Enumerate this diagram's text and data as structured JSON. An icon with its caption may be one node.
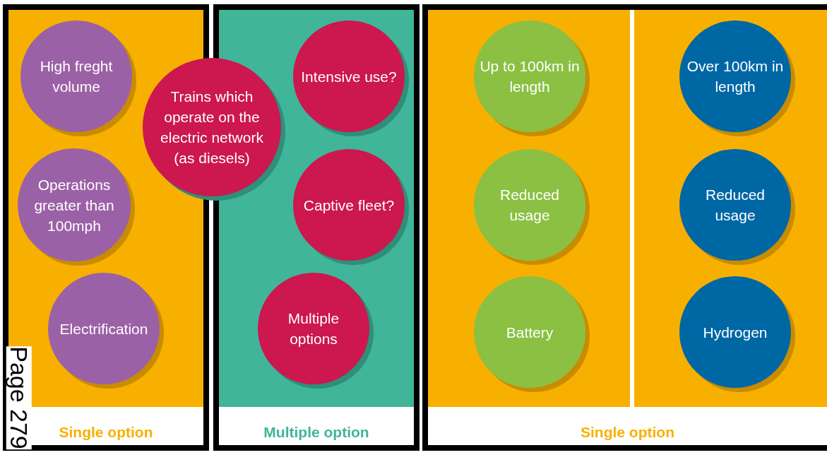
{
  "diagram": {
    "nodes": [
      {
        "text": [
          "Single option"
        ]
      },
      {
        "text": [
          "Multiple option"
        ]
      },
      {
        "text": [
          "Single option"
        ]
      },
      {
        "text": [],
        "shape": "box",
        "in": 2
      },
      {
        "text": [],
        "shape": "box",
        "in": 2
      },
      {
        "text": [
          "High freght volume"
        ],
        "in": 0
      },
      {
        "text": [
          "Operations greater than 100mph"
        ],
        "in": 0
      },
      {
        "text": [
          "Electrification"
        ],
        "in": 0
      },
      {
        "text": [
          "Trains which operate on the electric network (as diesels)"
        ]
      },
      {
        "text": [
          "Intensive use?"
        ],
        "in": 1
      },
      {
        "text": [
          "Captive fleet?"
        ],
        "in": 1
      },
      {
        "text": [
          "Multiple options"
        ],
        "in": 1
      },
      {
        "text": [
          "Up to 100km in length"
        ],
        "in": 3
      },
      {
        "text": [
          "Reduced usage"
        ],
        "in": 3
      },
      {
        "text": [
          "Battery"
        ],
        "in": 3
      },
      {
        "text": [
          "Over 100km in length"
        ],
        "in": 4
      },
      {
        "text": [
          "Reduced usage"
        ],
        "in": 4
      },
      {
        "text": [
          "Hydrogen"
        ],
        "in": 4
      }
    ],
    "labels": [
      "Page 279"
    ]
  }
}
